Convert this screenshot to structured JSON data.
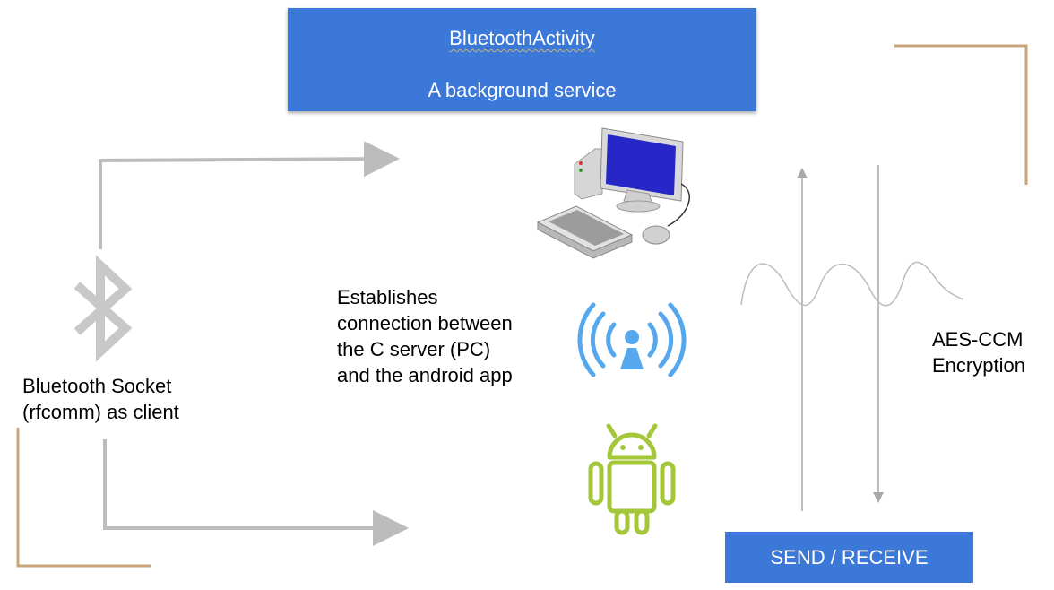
{
  "title": "BluetoothActivity",
  "subtitle": "A background service",
  "bluetooth_label": "Bluetooth Socket\n(rfcomm) as client",
  "description": "Establishes\nconnection between\nthe C server (PC)\nand the android app",
  "encryption_label": "AES-CCM\nEncryption",
  "send_receive": "SEND / RECEIVE",
  "icons": [
    "bluetooth-icon",
    "computer-icon",
    "wireless-broadcast-icon",
    "android-icon"
  ],
  "colors": {
    "box_fill": "#3b78d8",
    "arrow_gray": "#bcbcbc",
    "bracket_tan": "#c8a47a",
    "wireless_blue": "#55a7ee",
    "android_green": "#a4c639"
  }
}
